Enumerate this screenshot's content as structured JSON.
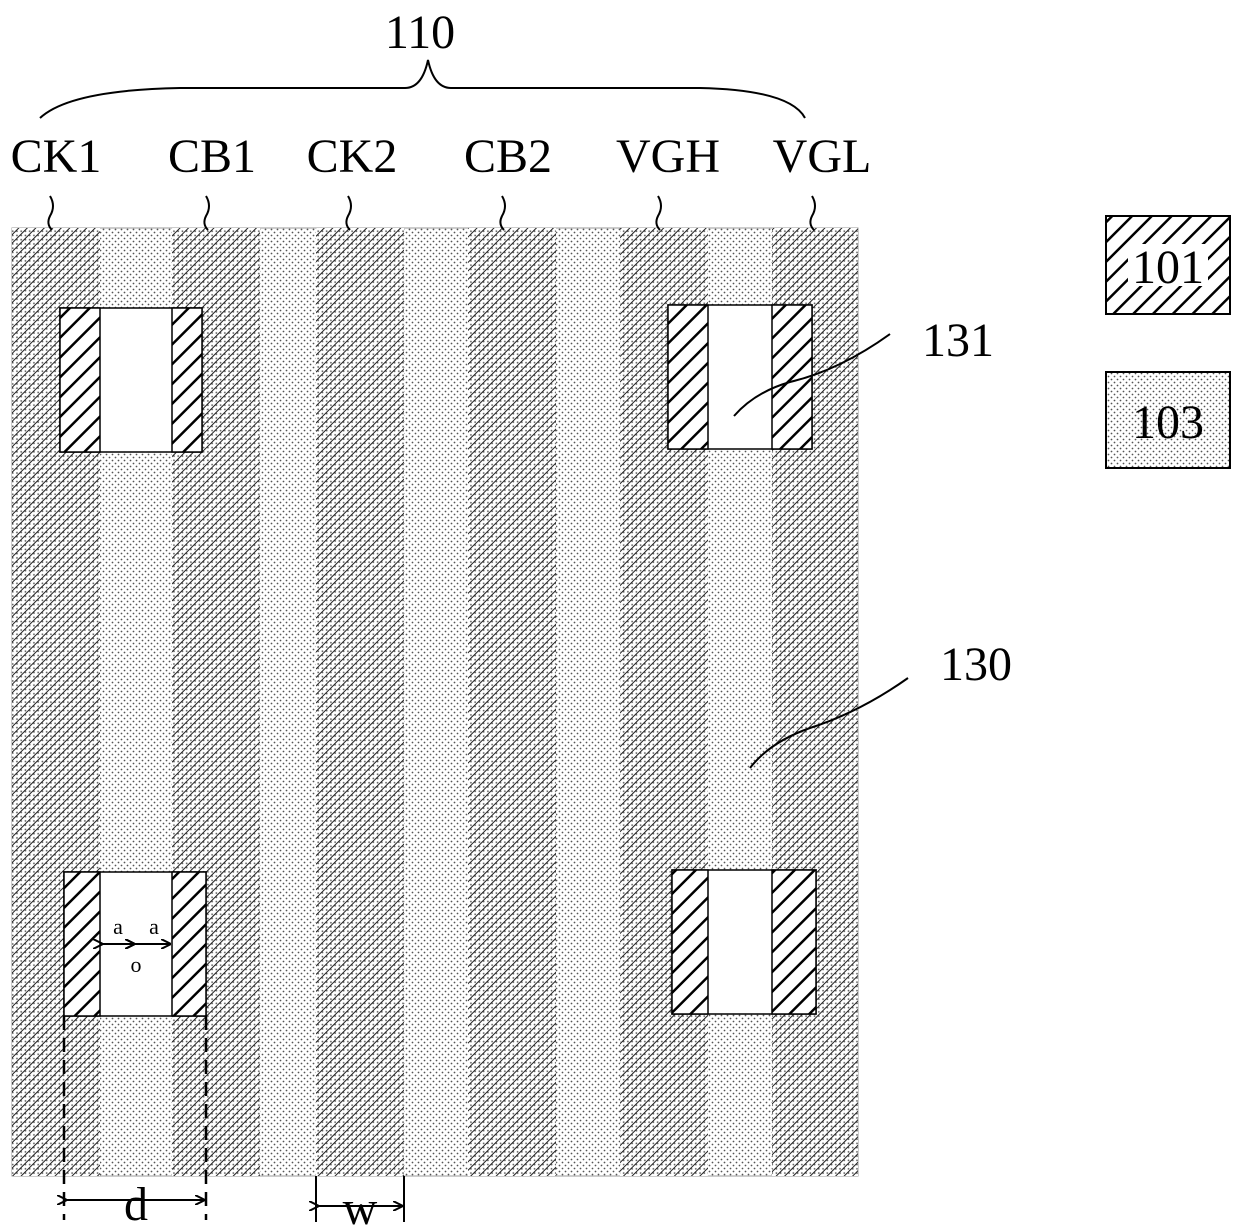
{
  "group_label": "110",
  "lines": [
    {
      "label": "CK1"
    },
    {
      "label": "CB1"
    },
    {
      "label": "CK2"
    },
    {
      "label": "CB2"
    },
    {
      "label": "VGH"
    },
    {
      "label": "VGL"
    }
  ],
  "callouts": {
    "via": "131",
    "layer": "130"
  },
  "legend": [
    {
      "label": "101",
      "pattern": "hatch"
    },
    {
      "label": "103",
      "pattern": "dots"
    }
  ],
  "dimensions": {
    "a_left": "a",
    "a_right": "a",
    "center": "o",
    "pitch": "d",
    "width": "w"
  }
}
